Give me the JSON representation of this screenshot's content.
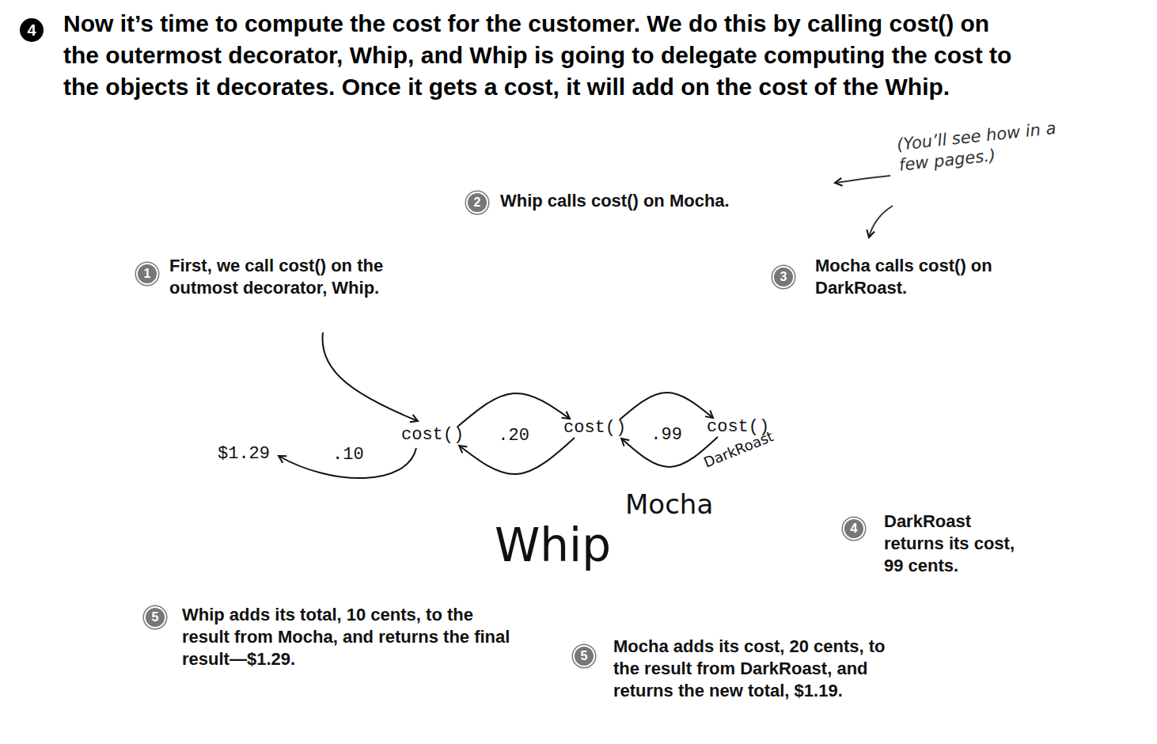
{
  "diagram": {
    "title": "Now it’s time to compute the cost for the customer. We do this by calling cost() on the outermost decorator, Whip, and Whip is going to delegate computing the cost to the objects it decorates. Once it gets a cost, it will add on the cost of the Whip.",
    "nodes": [
      {
        "text": [
          "cost()",
          "Whip"
        ]
      },
      {
        "text": [
          "cost()",
          "Mocha"
        ],
        "in": 0
      },
      {
        "text": [
          "cost()",
          "DarkRoast"
        ],
        "in": 1
      }
    ],
    "edges": [
      {
        "from": 0,
        "to": 1,
        "arrow": "to"
      },
      {
        "from": 1,
        "to": 2,
        "arrow": "to"
      },
      {
        "from": 2,
        "to": 1,
        "label": ".99",
        "arrow": "to"
      },
      {
        "from": 1,
        "to": 0,
        "label": ".20",
        "arrow": "to"
      }
    ],
    "labels": [
      "4",
      "(You’ll see how in a few pages.)",
      "2",
      "Whip calls cost() on Mocha.",
      "1",
      "First, we call cost() on the outmost decorator, Whip.",
      "3",
      "Mocha calls cost() on DarkRoast.",
      "$1.29",
      ".10",
      "4",
      "DarkRoast returns its cost, 99 cents.",
      "5",
      "Whip adds its total, 10 cents, to the result from Mocha, and returns the final result—$1.29.",
      "5",
      "Mocha adds its cost, 20 cents, to the result from DarkRoast, and returns the new total, $1.19."
    ]
  }
}
